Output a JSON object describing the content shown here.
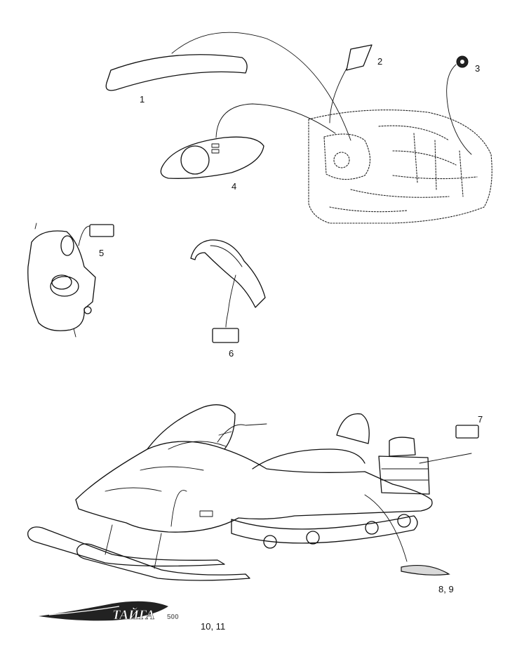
{
  "callouts": [
    {
      "id": "1",
      "text": "1"
    },
    {
      "id": "2",
      "text": "2"
    },
    {
      "id": "3",
      "text": "3"
    },
    {
      "id": "4",
      "text": "4"
    },
    {
      "id": "5",
      "text": "5"
    },
    {
      "id": "6",
      "text": "6"
    },
    {
      "id": "7",
      "text": "7"
    },
    {
      "id": "8-9",
      "text": "8, 9"
    },
    {
      "id": "10-11",
      "text": "10, 11"
    }
  ],
  "logo": {
    "brand_text": "ТАЙГА",
    "model_text": "500"
  }
}
